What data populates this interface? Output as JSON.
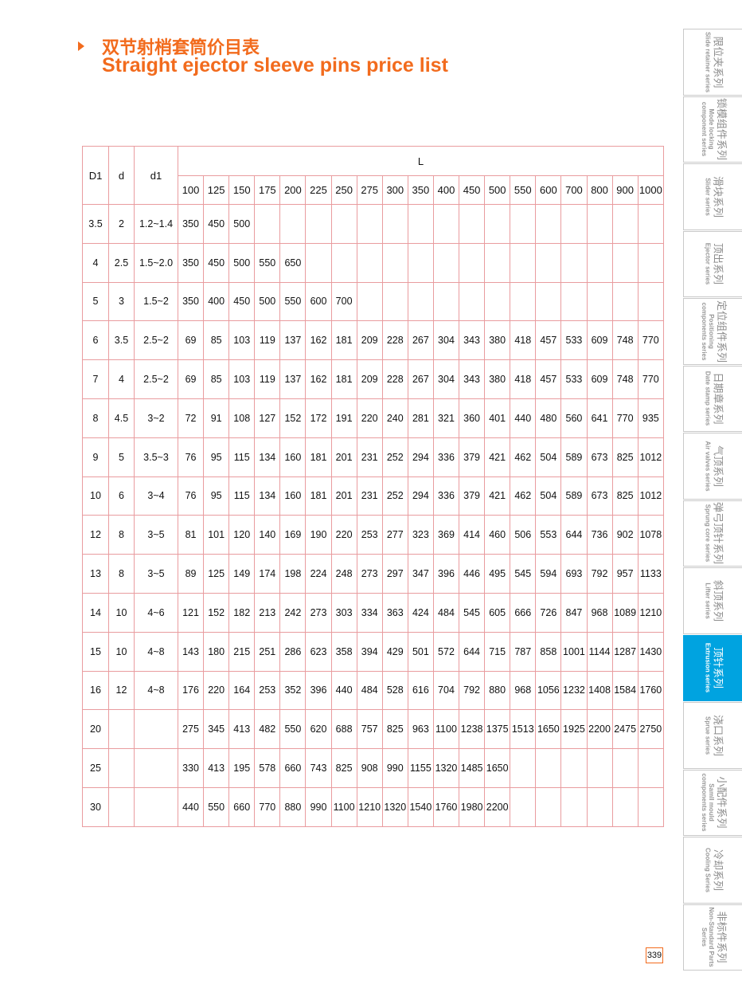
{
  "header": {
    "title_cn": "双节射梢套筒价目表",
    "title_en": "Straight ejector sleeve pins price list",
    "accent_color": "#f26b1d"
  },
  "table": {
    "col_labels": [
      "D1",
      "d",
      "d1"
    ],
    "group_label": "L",
    "lengths": [
      "100",
      "125",
      "150",
      "175",
      "200",
      "225",
      "250",
      "275",
      "300",
      "350",
      "400",
      "450",
      "500",
      "550",
      "600",
      "700",
      "800",
      "900",
      "1000"
    ],
    "rows": [
      {
        "D1": "3.5",
        "d": "2",
        "d1": "1.2~1.4",
        "prices": [
          "350",
          "450",
          "500",
          "",
          "",
          "",
          "",
          "",
          "",
          "",
          "",
          "",
          "",
          "",
          "",
          "",
          "",
          "",
          ""
        ]
      },
      {
        "D1": "4",
        "d": "2.5",
        "d1": "1.5~2.0",
        "prices": [
          "350",
          "450",
          "500",
          "550",
          "650",
          "",
          "",
          "",
          "",
          "",
          "",
          "",
          "",
          "",
          "",
          "",
          "",
          "",
          ""
        ]
      },
      {
        "D1": "5",
        "d": "3",
        "d1": "1.5~2",
        "prices": [
          "350",
          "400",
          "450",
          "500",
          "550",
          "600",
          "700",
          "",
          "",
          "",
          "",
          "",
          "",
          "",
          "",
          "",
          "",
          "",
          ""
        ]
      },
      {
        "D1": "6",
        "d": "3.5",
        "d1": "2.5~2",
        "prices": [
          "69",
          "85",
          "103",
          "119",
          "137",
          "162",
          "181",
          "209",
          "228",
          "267",
          "304",
          "343",
          "380",
          "418",
          "457",
          "533",
          "609",
          "748",
          "770"
        ]
      },
      {
        "D1": "7",
        "d": "4",
        "d1": "2.5~2",
        "prices": [
          "69",
          "85",
          "103",
          "119",
          "137",
          "162",
          "181",
          "209",
          "228",
          "267",
          "304",
          "343",
          "380",
          "418",
          "457",
          "533",
          "609",
          "748",
          "770"
        ]
      },
      {
        "D1": "8",
        "d": "4.5",
        "d1": "3~2",
        "prices": [
          "72",
          "91",
          "108",
          "127",
          "152",
          "172",
          "191",
          "220",
          "240",
          "281",
          "321",
          "360",
          "401",
          "440",
          "480",
          "560",
          "641",
          "770",
          "935"
        ]
      },
      {
        "D1": "9",
        "d": "5",
        "d1": "3.5~3",
        "prices": [
          "76",
          "95",
          "115",
          "134",
          "160",
          "181",
          "201",
          "231",
          "252",
          "294",
          "336",
          "379",
          "421",
          "462",
          "504",
          "589",
          "673",
          "825",
          "1012"
        ]
      },
      {
        "D1": "10",
        "d": "6",
        "d1": "3~4",
        "prices": [
          "76",
          "95",
          "115",
          "134",
          "160",
          "181",
          "201",
          "231",
          "252",
          "294",
          "336",
          "379",
          "421",
          "462",
          "504",
          "589",
          "673",
          "825",
          "1012"
        ]
      },
      {
        "D1": "12",
        "d": "8",
        "d1": "3~5",
        "prices": [
          "81",
          "101",
          "120",
          "140",
          "169",
          "190",
          "220",
          "253",
          "277",
          "323",
          "369",
          "414",
          "460",
          "506",
          "553",
          "644",
          "736",
          "902",
          "1078"
        ]
      },
      {
        "D1": "13",
        "d": "8",
        "d1": "3~5",
        "prices": [
          "89",
          "125",
          "149",
          "174",
          "198",
          "224",
          "248",
          "273",
          "297",
          "347",
          "396",
          "446",
          "495",
          "545",
          "594",
          "693",
          "792",
          "957",
          "1133"
        ]
      },
      {
        "D1": "14",
        "d": "10",
        "d1": "4~6",
        "prices": [
          "121",
          "152",
          "182",
          "213",
          "242",
          "273",
          "303",
          "334",
          "363",
          "424",
          "484",
          "545",
          "605",
          "666",
          "726",
          "847",
          "968",
          "1089",
          "1210"
        ]
      },
      {
        "D1": "15",
        "d": "10",
        "d1": "4~8",
        "prices": [
          "143",
          "180",
          "215",
          "251",
          "286",
          "623",
          "358",
          "394",
          "429",
          "501",
          "572",
          "644",
          "715",
          "787",
          "858",
          "1001",
          "1144",
          "1287",
          "1430"
        ]
      },
      {
        "D1": "16",
        "d": "12",
        "d1": "4~8",
        "prices": [
          "176",
          "220",
          "164",
          "253",
          "352",
          "396",
          "440",
          "484",
          "528",
          "616",
          "704",
          "792",
          "880",
          "968",
          "1056",
          "1232",
          "1408",
          "1584",
          "1760"
        ]
      },
      {
        "D1": "20",
        "d": "",
        "d1": "",
        "prices": [
          "275",
          "345",
          "413",
          "482",
          "550",
          "620",
          "688",
          "757",
          "825",
          "963",
          "1100",
          "1238",
          "1375",
          "1513",
          "1650",
          "1925",
          "2200",
          "2475",
          "2750"
        ]
      },
      {
        "D1": "25",
        "d": "",
        "d1": "",
        "prices": [
          "330",
          "413",
          "195",
          "578",
          "660",
          "743",
          "825",
          "908",
          "990",
          "1155",
          "1320",
          "1485",
          "1650",
          "",
          "",
          "",
          "",
          "",
          ""
        ]
      },
      {
        "D1": "30",
        "d": "",
        "d1": "",
        "prices": [
          "440",
          "550",
          "660",
          "770",
          "880",
          "990",
          "1100",
          "1210",
          "1320",
          "1540",
          "1760",
          "1980",
          "2200",
          "",
          "",
          "",
          "",
          "",
          ""
        ]
      }
    ]
  },
  "side_nav": [
    {
      "cn": "限位夹系列",
      "en": "Slide retainer series",
      "active": false
    },
    {
      "cn": "锁模组件系列",
      "en": "Mode locking component series",
      "active": false
    },
    {
      "cn": "滑块系列",
      "en": "Slider series",
      "active": false
    },
    {
      "cn": "顶出系列",
      "en": "Ejector series",
      "active": false
    },
    {
      "cn": "定位组件系列",
      "en": "Positioning components series",
      "active": false
    },
    {
      "cn": "日期章系列",
      "en": "Date stamp series",
      "active": false
    },
    {
      "cn": "气顶系列",
      "en": "Air valves series",
      "active": false
    },
    {
      "cn": "弹弓顶针系列",
      "en": "Sprung core series",
      "active": false
    },
    {
      "cn": "斜顶系列",
      "en": "Lifter series",
      "active": false
    },
    {
      "cn": "顶针系列",
      "en": "Extrusion series",
      "active": true
    },
    {
      "cn": "浇口系列",
      "en": "Sprue series",
      "active": false
    },
    {
      "cn": "小配件系列",
      "en": "Samll mould components series",
      "active": false
    },
    {
      "cn": "冷却系列",
      "en": "Cooling Series",
      "active": false
    },
    {
      "cn": "非标件系列",
      "en": "Non-Standard Parts Series",
      "active": false
    }
  ],
  "nav_active_color": "#00a3e0",
  "page_number": "339"
}
